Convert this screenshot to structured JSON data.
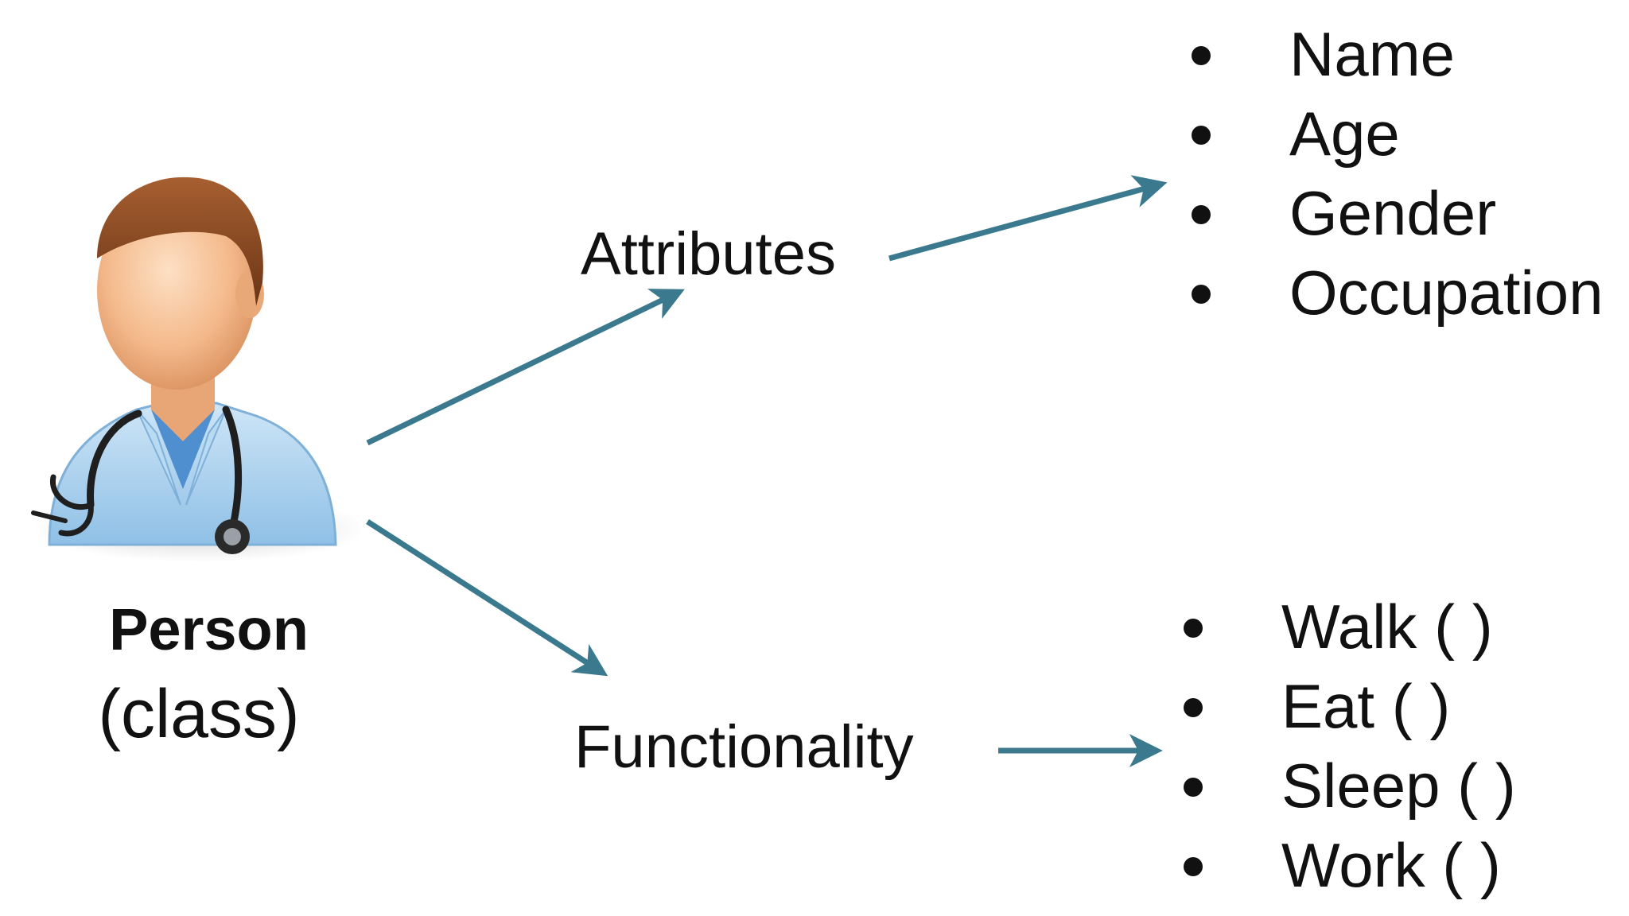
{
  "person": {
    "name": "Person",
    "kind": "(class)",
    "icon": "doctor-avatar-icon"
  },
  "attributes": {
    "label": "Attributes",
    "items": [
      "Name",
      "Age",
      "Gender",
      "Occupation"
    ]
  },
  "functionality": {
    "label": "Functionality",
    "items": [
      "Walk ( )",
      "Eat ( )",
      "Sleep ( )",
      "Work ( )"
    ]
  },
  "colors": {
    "arrow": "#3b7a8e",
    "text": "#111111",
    "coat": "#a9d2ee",
    "hair": "#8a4a22",
    "skin": "#f2b98b"
  }
}
